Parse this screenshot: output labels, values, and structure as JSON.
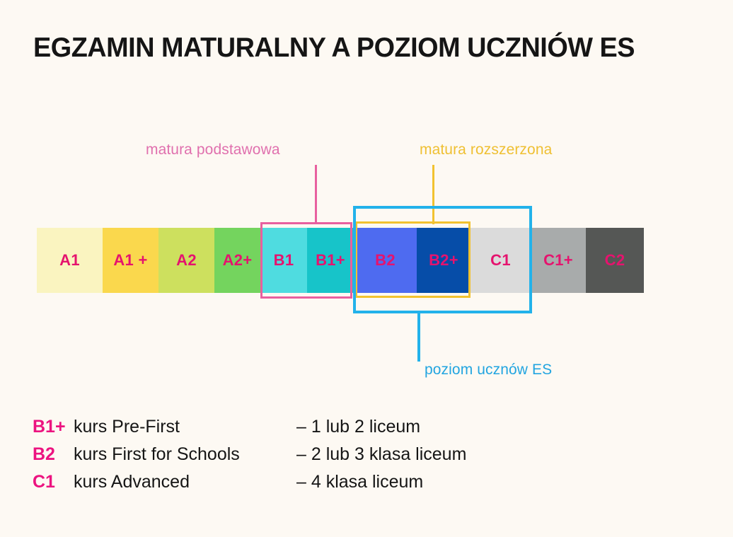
{
  "title": "EGZAMIN MATURALNY A POZIOM UCZNIÓW ES",
  "colors": {
    "background": "#FDF9F3",
    "level_label": "#E5136E",
    "pink_accent": "#E8609F",
    "yellow_accent": "#F2C230",
    "blue_accent": "#22B2EA",
    "legend_level": "#EC1380",
    "text": "#151515"
  },
  "scale": {
    "segments": [
      {
        "label": "A1",
        "color": "#FAF4C0",
        "width": 93
      },
      {
        "label": "A1 +",
        "color": "#FAD84D",
        "width": 79
      },
      {
        "label": "A2",
        "color": "#CDE05E",
        "width": 79
      },
      {
        "label": "A2+",
        "color": "#74D45E",
        "width": 65
      },
      {
        "label": "B1",
        "color": "#4FDCE0",
        "width": 66
      },
      {
        "label": "B1+",
        "color": "#17C4C9",
        "width": 66
      },
      {
        "label": "B2",
        "color": "#4E6BF0",
        "width": 89
      },
      {
        "label": "B2+",
        "color": "#064DA8",
        "width": 76
      },
      {
        "label": "C1",
        "color": "#DBDBDB",
        "width": 85
      },
      {
        "label": "C1+",
        "color": "#A8ABAB",
        "width": 78
      },
      {
        "label": "C2",
        "color": "#555755",
        "width": 82
      }
    ]
  },
  "annotations": {
    "podstawowa": "matura podstawowa",
    "rozszerzona": "matura rozszerzona",
    "poziom_es": "poziom ucznów ES"
  },
  "legend": {
    "rows": [
      {
        "level": "B1+",
        "course": "kurs Pre-First",
        "grade": "– 1 lub 2 liceum"
      },
      {
        "level": "B2",
        "course": "kurs First for Schools",
        "grade": "– 2 lub 3 klasa liceum"
      },
      {
        "level": "C1",
        "course": "kurs Advanced",
        "grade": "– 4 klasa liceum"
      }
    ]
  }
}
